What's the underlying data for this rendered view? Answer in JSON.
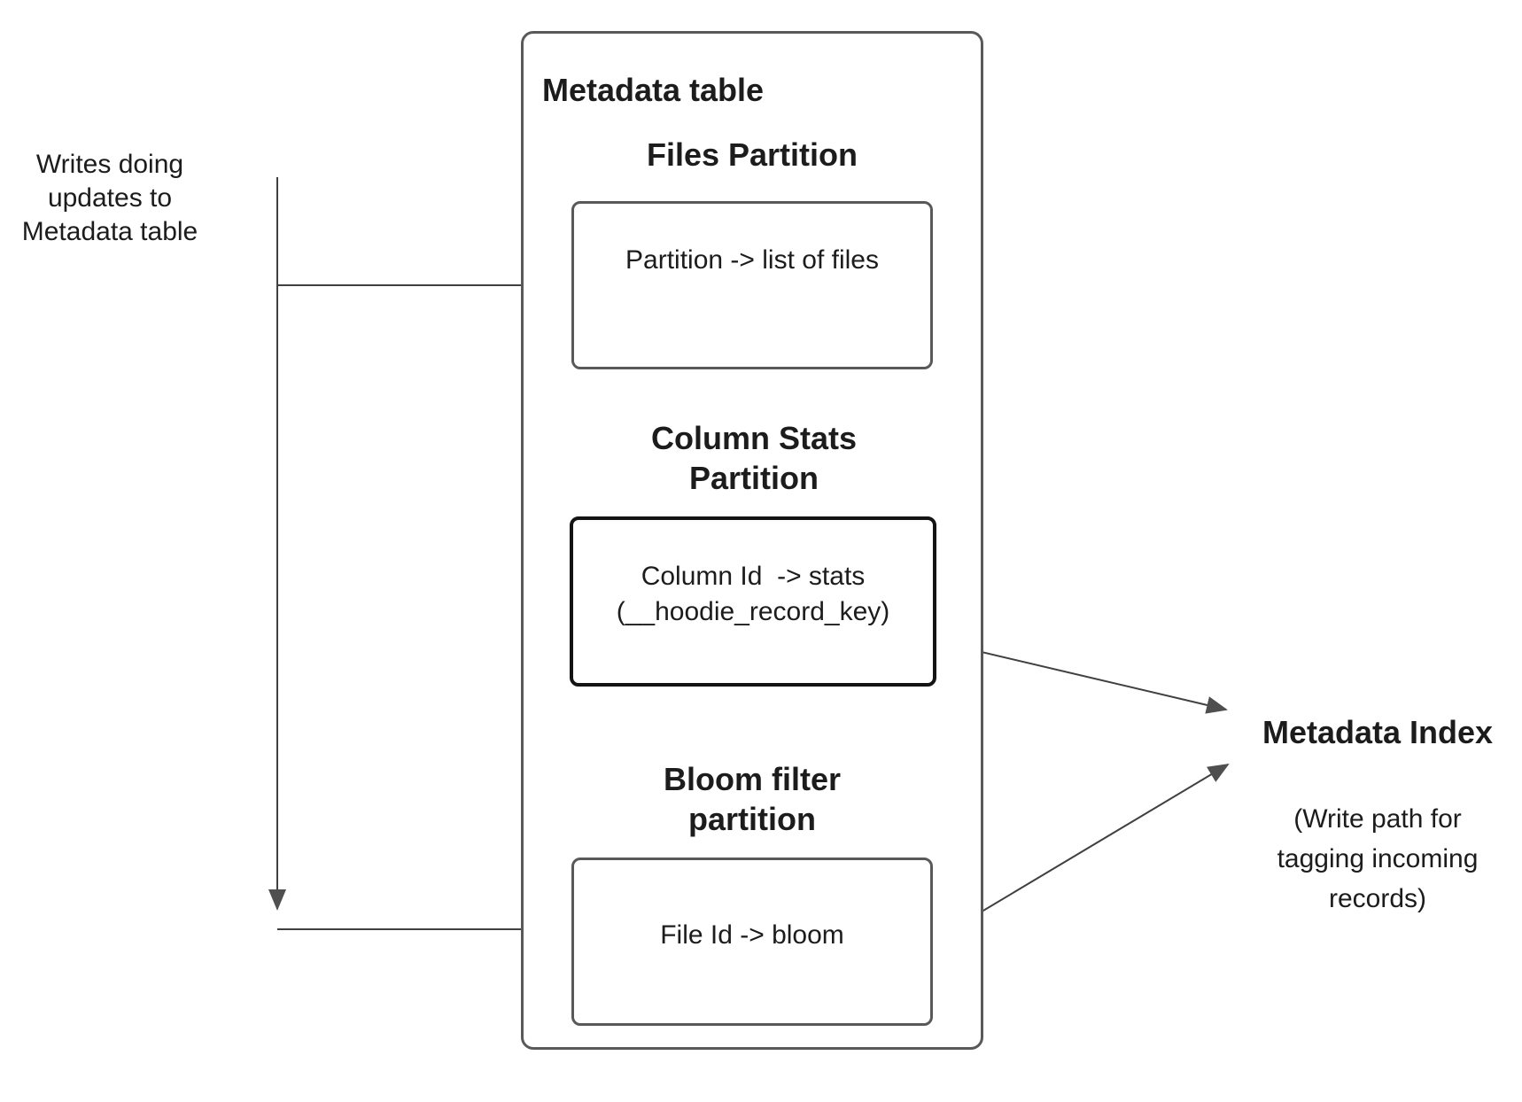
{
  "left_note": {
    "text": "Writes doing\nupdates to\nMetadata table"
  },
  "metadata_table": {
    "title": "Metadata table",
    "files_partition": {
      "heading": "Files Partition",
      "mapping": "Partition -> list of files"
    },
    "column_stats_partition": {
      "heading": "Column Stats\nPartition",
      "mapping_line1": "Column Id  -> stats",
      "mapping_line2": "(__hoodie_record_key)"
    },
    "bloom_filter_partition": {
      "heading": "Bloom filter\npartition",
      "mapping": "File Id -> bloom"
    }
  },
  "metadata_index": {
    "title": "Metadata Index",
    "subtitle": "(Write path for\ntagging incoming\nrecords)"
  },
  "colors": {
    "background": "#ffffff",
    "text": "#1c1c1c",
    "box_border": "#595959",
    "stats_box_border": "#141414",
    "connector": "#404040"
  }
}
